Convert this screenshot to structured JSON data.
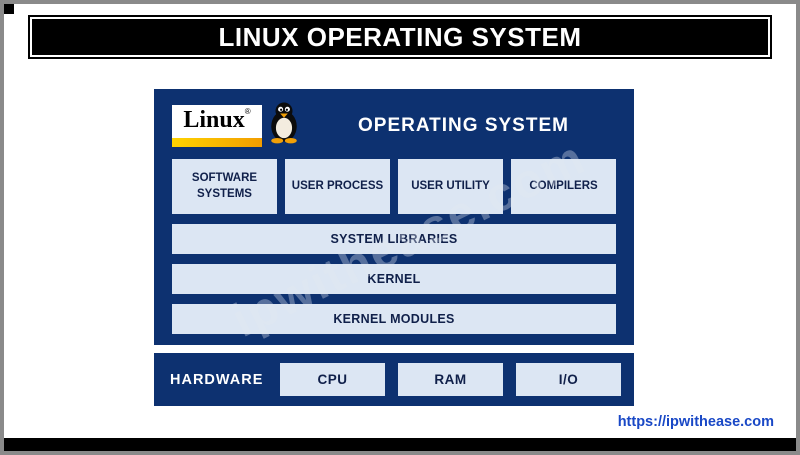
{
  "banner": {
    "title": "LINUX OPERATING SYSTEM"
  },
  "os": {
    "logo_text": "Linux",
    "logo_reg": "®",
    "title": "OPERATING SYSTEM",
    "top_row": [
      "SOFTWARE SYSTEMS",
      "USER PROCESS",
      "USER UTILITY",
      "COMPILERS"
    ],
    "layers": [
      "SYSTEM LIBRARIES",
      "KERNEL",
      "KERNEL MODULES"
    ]
  },
  "hardware": {
    "label": "HARDWARE",
    "components": [
      "CPU",
      "RAM",
      "I/O"
    ]
  },
  "watermark": "ipwithease.com",
  "footer": {
    "link": "https://ipwithease.com"
  },
  "colors": {
    "navy": "#0d3170",
    "light_box": "#dce6f3",
    "banner_bg": "#000000",
    "link_blue": "#1948c6",
    "logo_yellow": "#ffd400"
  }
}
